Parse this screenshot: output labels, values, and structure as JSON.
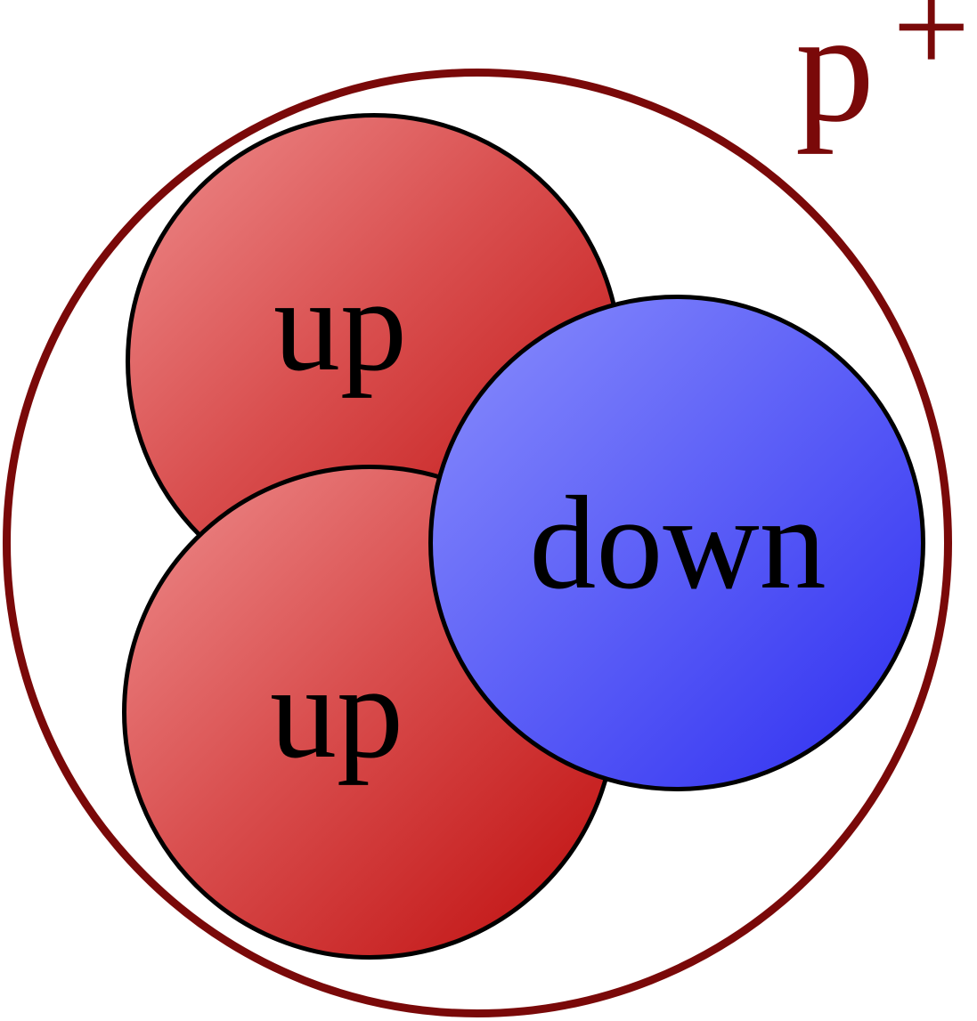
{
  "proton": {
    "symbol": "p",
    "charge": "+",
    "label_color": "#7a0909",
    "ring_color": "#7a0909"
  },
  "quarks": [
    {
      "type": "up",
      "label": "up",
      "color_light": "#ee8c8c",
      "color_dark": "#bf0d0d",
      "outline": "#000000"
    },
    {
      "type": "up",
      "label": "up",
      "color_light": "#ee8c8c",
      "color_dark": "#bf0d0d",
      "outline": "#000000"
    },
    {
      "type": "down",
      "label": "down",
      "color_light": "#8a8efc",
      "color_dark": "#2e2ef0",
      "outline": "#000000"
    }
  ],
  "colors": {
    "background": "#ffffff",
    "text": "#000000"
  }
}
